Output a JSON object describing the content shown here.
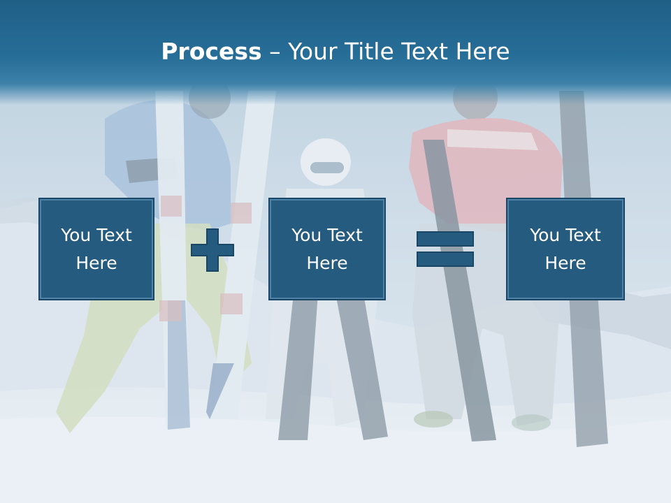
{
  "slide": {
    "title_bold": "Process",
    "title_rest": " – Your Title Text Here",
    "boxes": [
      {
        "text": "You Text Here"
      },
      {
        "text": "You Text Here"
      },
      {
        "text": "You Text Here"
      }
    ],
    "colors": {
      "header": "#276e98",
      "box_fill": "#245b7f",
      "box_border": "#1a4765",
      "operator_fill": "#245b7f"
    },
    "operators": [
      "plus-icon",
      "equals-icon"
    ]
  }
}
